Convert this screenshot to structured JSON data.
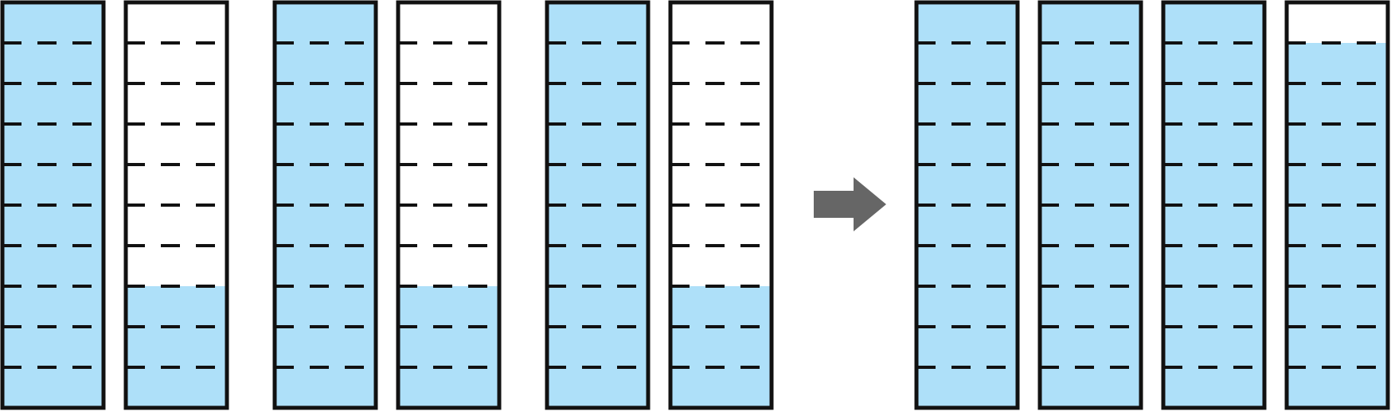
{
  "colors": {
    "fill": "#aee0f9",
    "empty": "#ffffff",
    "outline": "#111111",
    "arrow": "#666666"
  },
  "units_per_bar": 10,
  "before_bars": [
    {
      "filled_units": 10
    },
    {
      "filled_units": 3
    },
    {
      "filled_units": 10
    },
    {
      "filled_units": 3
    },
    {
      "filled_units": 10
    },
    {
      "filled_units": 3
    }
  ],
  "after_bars": [
    {
      "filled_units": 10
    },
    {
      "filled_units": 10
    },
    {
      "filled_units": 10
    },
    {
      "filled_units": 9
    }
  ],
  "arrow_direction": "right",
  "arrow_icon": "right-arrow-icon"
}
